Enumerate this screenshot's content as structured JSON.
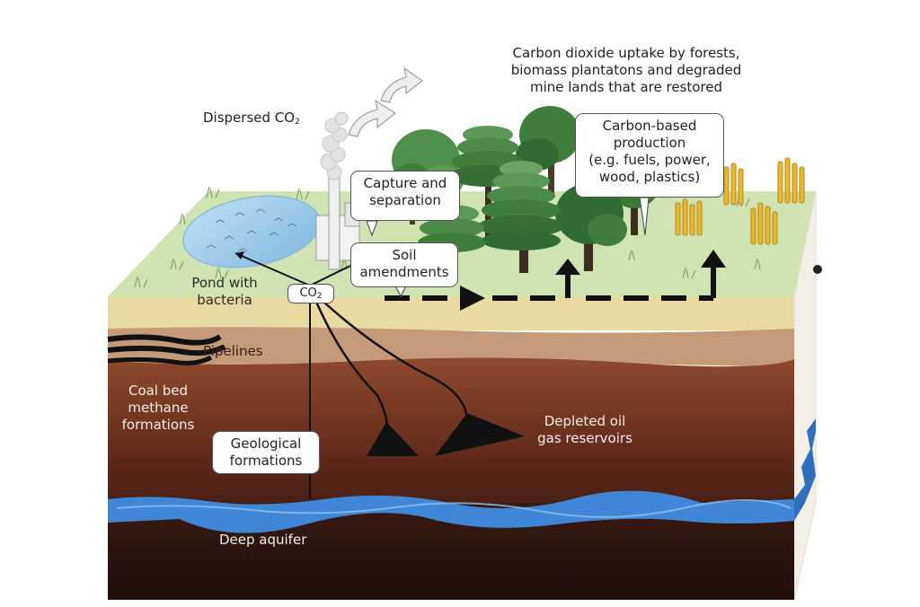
{
  "labels": {
    "dispersed_co2": "Dispersed CO",
    "dispersed_co2_sub": "2",
    "uptake": "Carbon dioxide uptake by forests,\nbiomass plantatons and degraded\nmine lands that are restored",
    "pond": "Pond with\nbacteria",
    "pipelines": "Pipelines",
    "coal_bed": "Coal bed\nmethane\nformations",
    "depleted": "Depleted oil\ngas reservoirs",
    "deep_aquifer": "Deep aquifer"
  },
  "callouts": {
    "capture": "Capture and\nseparation",
    "soil": "Soil\namendments",
    "co2": "CO",
    "co2_sub": "2",
    "carbon_production": "Carbon-based\nproduction\n(e.g. fuels, power,\nwood, plastics)",
    "geological": "Geological\nformations"
  },
  "colors": {
    "grass": "#cfe3b3",
    "sand": "#e9d9a3",
    "tan": "#c59a78",
    "rust": "#8e4a2d",
    "dark_brown": "#4a1f14",
    "deepest": "#2c1410",
    "water": "#3f86d6",
    "pond": "#9fcdea",
    "tree_dark": "#2f6b35",
    "tree_mid": "#4c8a4a",
    "wheat": "#e8b82c",
    "arrow": "#111111"
  }
}
